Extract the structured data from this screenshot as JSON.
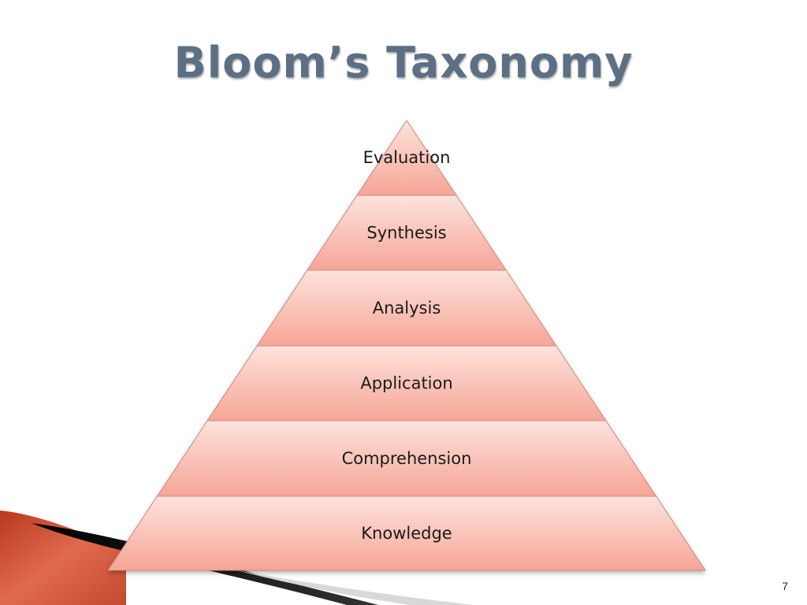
{
  "slide": {
    "title": "Bloom’s Taxonomy",
    "page_number": "7"
  },
  "pyramid": {
    "levels": [
      {
        "label": "Evaluation"
      },
      {
        "label": "Synthesis"
      },
      {
        "label": "Analysis"
      },
      {
        "label": "Application"
      },
      {
        "label": "Comprehension"
      },
      {
        "label": "Knowledge"
      }
    ]
  },
  "colors": {
    "title": "#5d6f84",
    "level_fill_top": "#fde3dd",
    "level_fill_bottom": "#f6a596",
    "level_stroke": "#c98a80",
    "deco_orange": "#d2553a",
    "deco_black": "#111111"
  }
}
